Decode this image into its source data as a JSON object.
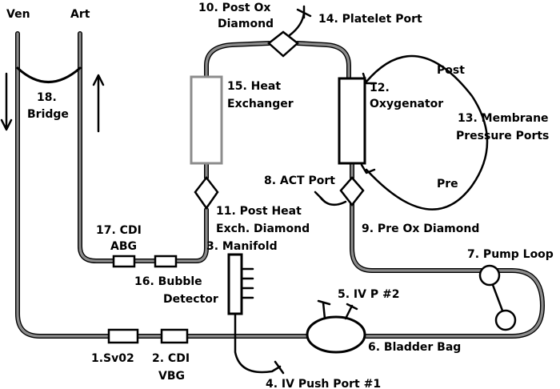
{
  "colors": {
    "line": "#000000",
    "tube_inner": "#8c8c8c",
    "background": "#ffffff"
  },
  "labels": {
    "ven": "Ven",
    "art": "Art",
    "bridge_num": "18.",
    "bridge": "Bridge",
    "post_ox_line1": "10. Post Ox",
    "post_ox_line2": "Diamond",
    "platelet_port": "14. Platelet Port",
    "heat_exchanger_line1": "15. Heat",
    "heat_exchanger_line2": "Exchanger",
    "oxygenator_line1": "12.",
    "oxygenator_line2": "Oxygenator",
    "post": "Post",
    "membrane_line1": "13. Membrane",
    "membrane_line2": "Pressure Ports",
    "pre": "Pre",
    "act_port": "8. ACT Port",
    "post_heat_line1": "11. Post Heat",
    "post_heat_line2": "Exch. Diamond",
    "pre_ox_diamond": "9. Pre Ox Diamond",
    "cdi_abg_line1": "17. CDI",
    "cdi_abg_line2": "ABG",
    "pump_loop": "7. Pump Loop",
    "manifold": "3. Manifold",
    "bubble_line1": "16. Bubble",
    "bubble_line2": "Detector",
    "iv_p2": "5. IV P #2",
    "bladder_bag": "6. Bladder Bag",
    "svo2": "1.Sv02",
    "cdi_vbg_line1": "2. CDI",
    "cdi_vbg_line2": "VBG",
    "iv_push_port": "4. IV Push Port #1"
  }
}
